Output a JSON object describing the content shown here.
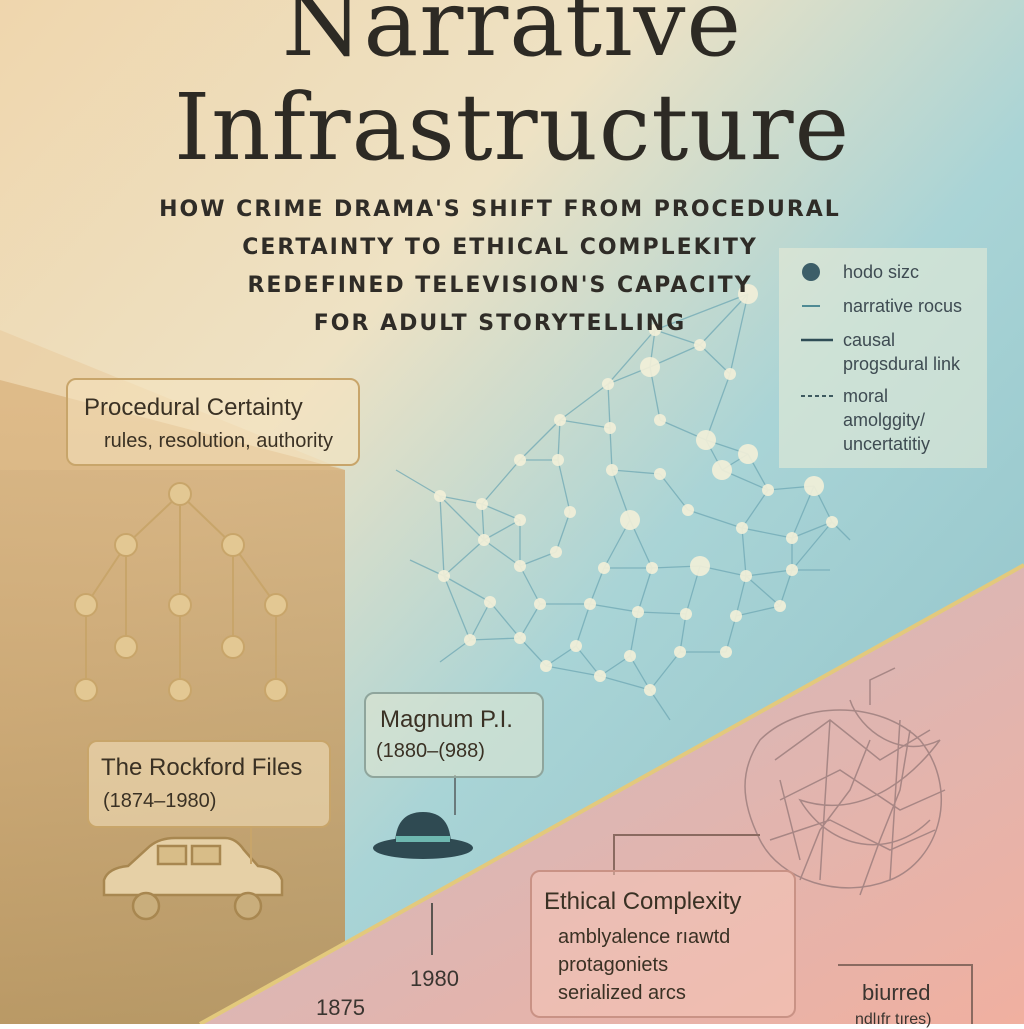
{
  "title_line1": "Narrative",
  "title_line2": "Infrastructure",
  "subtitle": [
    "HOW CRIME DRAMA'S SHIFT FROM PROCEDURAL",
    "CERTAINTY TO ETHICAL COMPLEKITY",
    "REDEFINED TELEVISION'S CAPACITY",
    "FOR ADULT STORYTELLING"
  ],
  "procedural": {
    "title": "Procedural Certainty",
    "subtitle": "rules, resolution, authority"
  },
  "rockford": {
    "title": "The Rockford Files",
    "years": "(1874–1980)"
  },
  "magnum": {
    "title": "Magnum P.I.",
    "years": "(1880–(988)"
  },
  "ethical": {
    "title": "Ethical Complexity",
    "items": [
      "amblyalence rıawtd",
      "protagoniets",
      "serialized arcs"
    ]
  },
  "blurred": {
    "line1": "biurred",
    "line2": "ndlıfr tıres)"
  },
  "legend": {
    "items": [
      {
        "symbol": "node-dot-icon",
        "label_lines": [
          "hodo sizc"
        ]
      },
      {
        "symbol": "narrative-line-icon",
        "label_lines": [
          "narrative rocus"
        ]
      },
      {
        "symbol": "causal-line-icon",
        "label_lines": [
          "causal",
          "progsdural link"
        ]
      },
      {
        "symbol": "dashed-line-icon",
        "label_lines": [
          "moral",
          "amolggity/",
          "uncertatitiy"
        ]
      }
    ]
  },
  "timeline": {
    "year_a": "1875",
    "year_b": "1980"
  },
  "colors": {
    "gold": "#c8a56a",
    "teal_node": "#f3f0d8",
    "net_line": "#6fa8b4",
    "text_dark": "#2d2a24"
  }
}
